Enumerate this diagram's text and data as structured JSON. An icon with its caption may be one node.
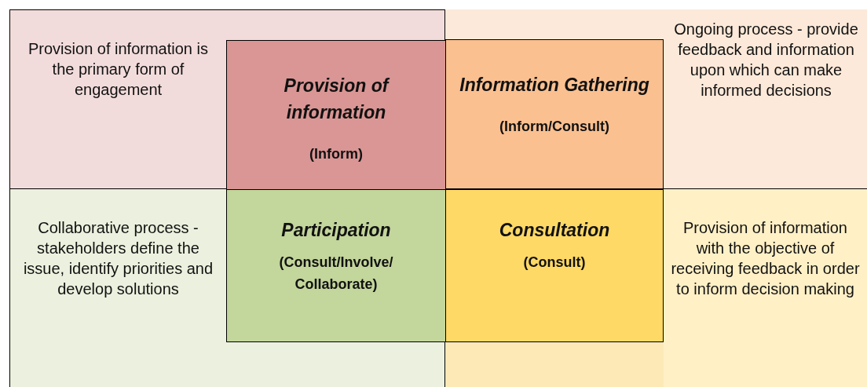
{
  "diagram": {
    "nodes": [
      {
        "text": [
          "Provision of information is the primary form of engagement"
        ]
      },
      {
        "text": [
          "Provision of information",
          "(Inform)"
        ],
        "in": 0
      },
      {
        "text": [
          "Ongoing process - provide feedback and information upon which can make informed decisions"
        ]
      },
      {
        "text": [
          "Information Gathering",
          "(Inform/Consult)"
        ],
        "in": 2
      },
      {
        "text": [
          "Collaborative process - stakeholders define the issue, identify priorities and develop solutions"
        ]
      },
      {
        "text": [
          "Participation",
          "(Consult/Involve/ Collaborate)"
        ],
        "in": 4
      },
      {
        "text": [
          "Provision of information with the objective of receiving feedback in order to inform decision making"
        ]
      },
      {
        "text": [
          "Consultation",
          "(Consult)"
        ],
        "in": 6
      }
    ],
    "edges": []
  }
}
